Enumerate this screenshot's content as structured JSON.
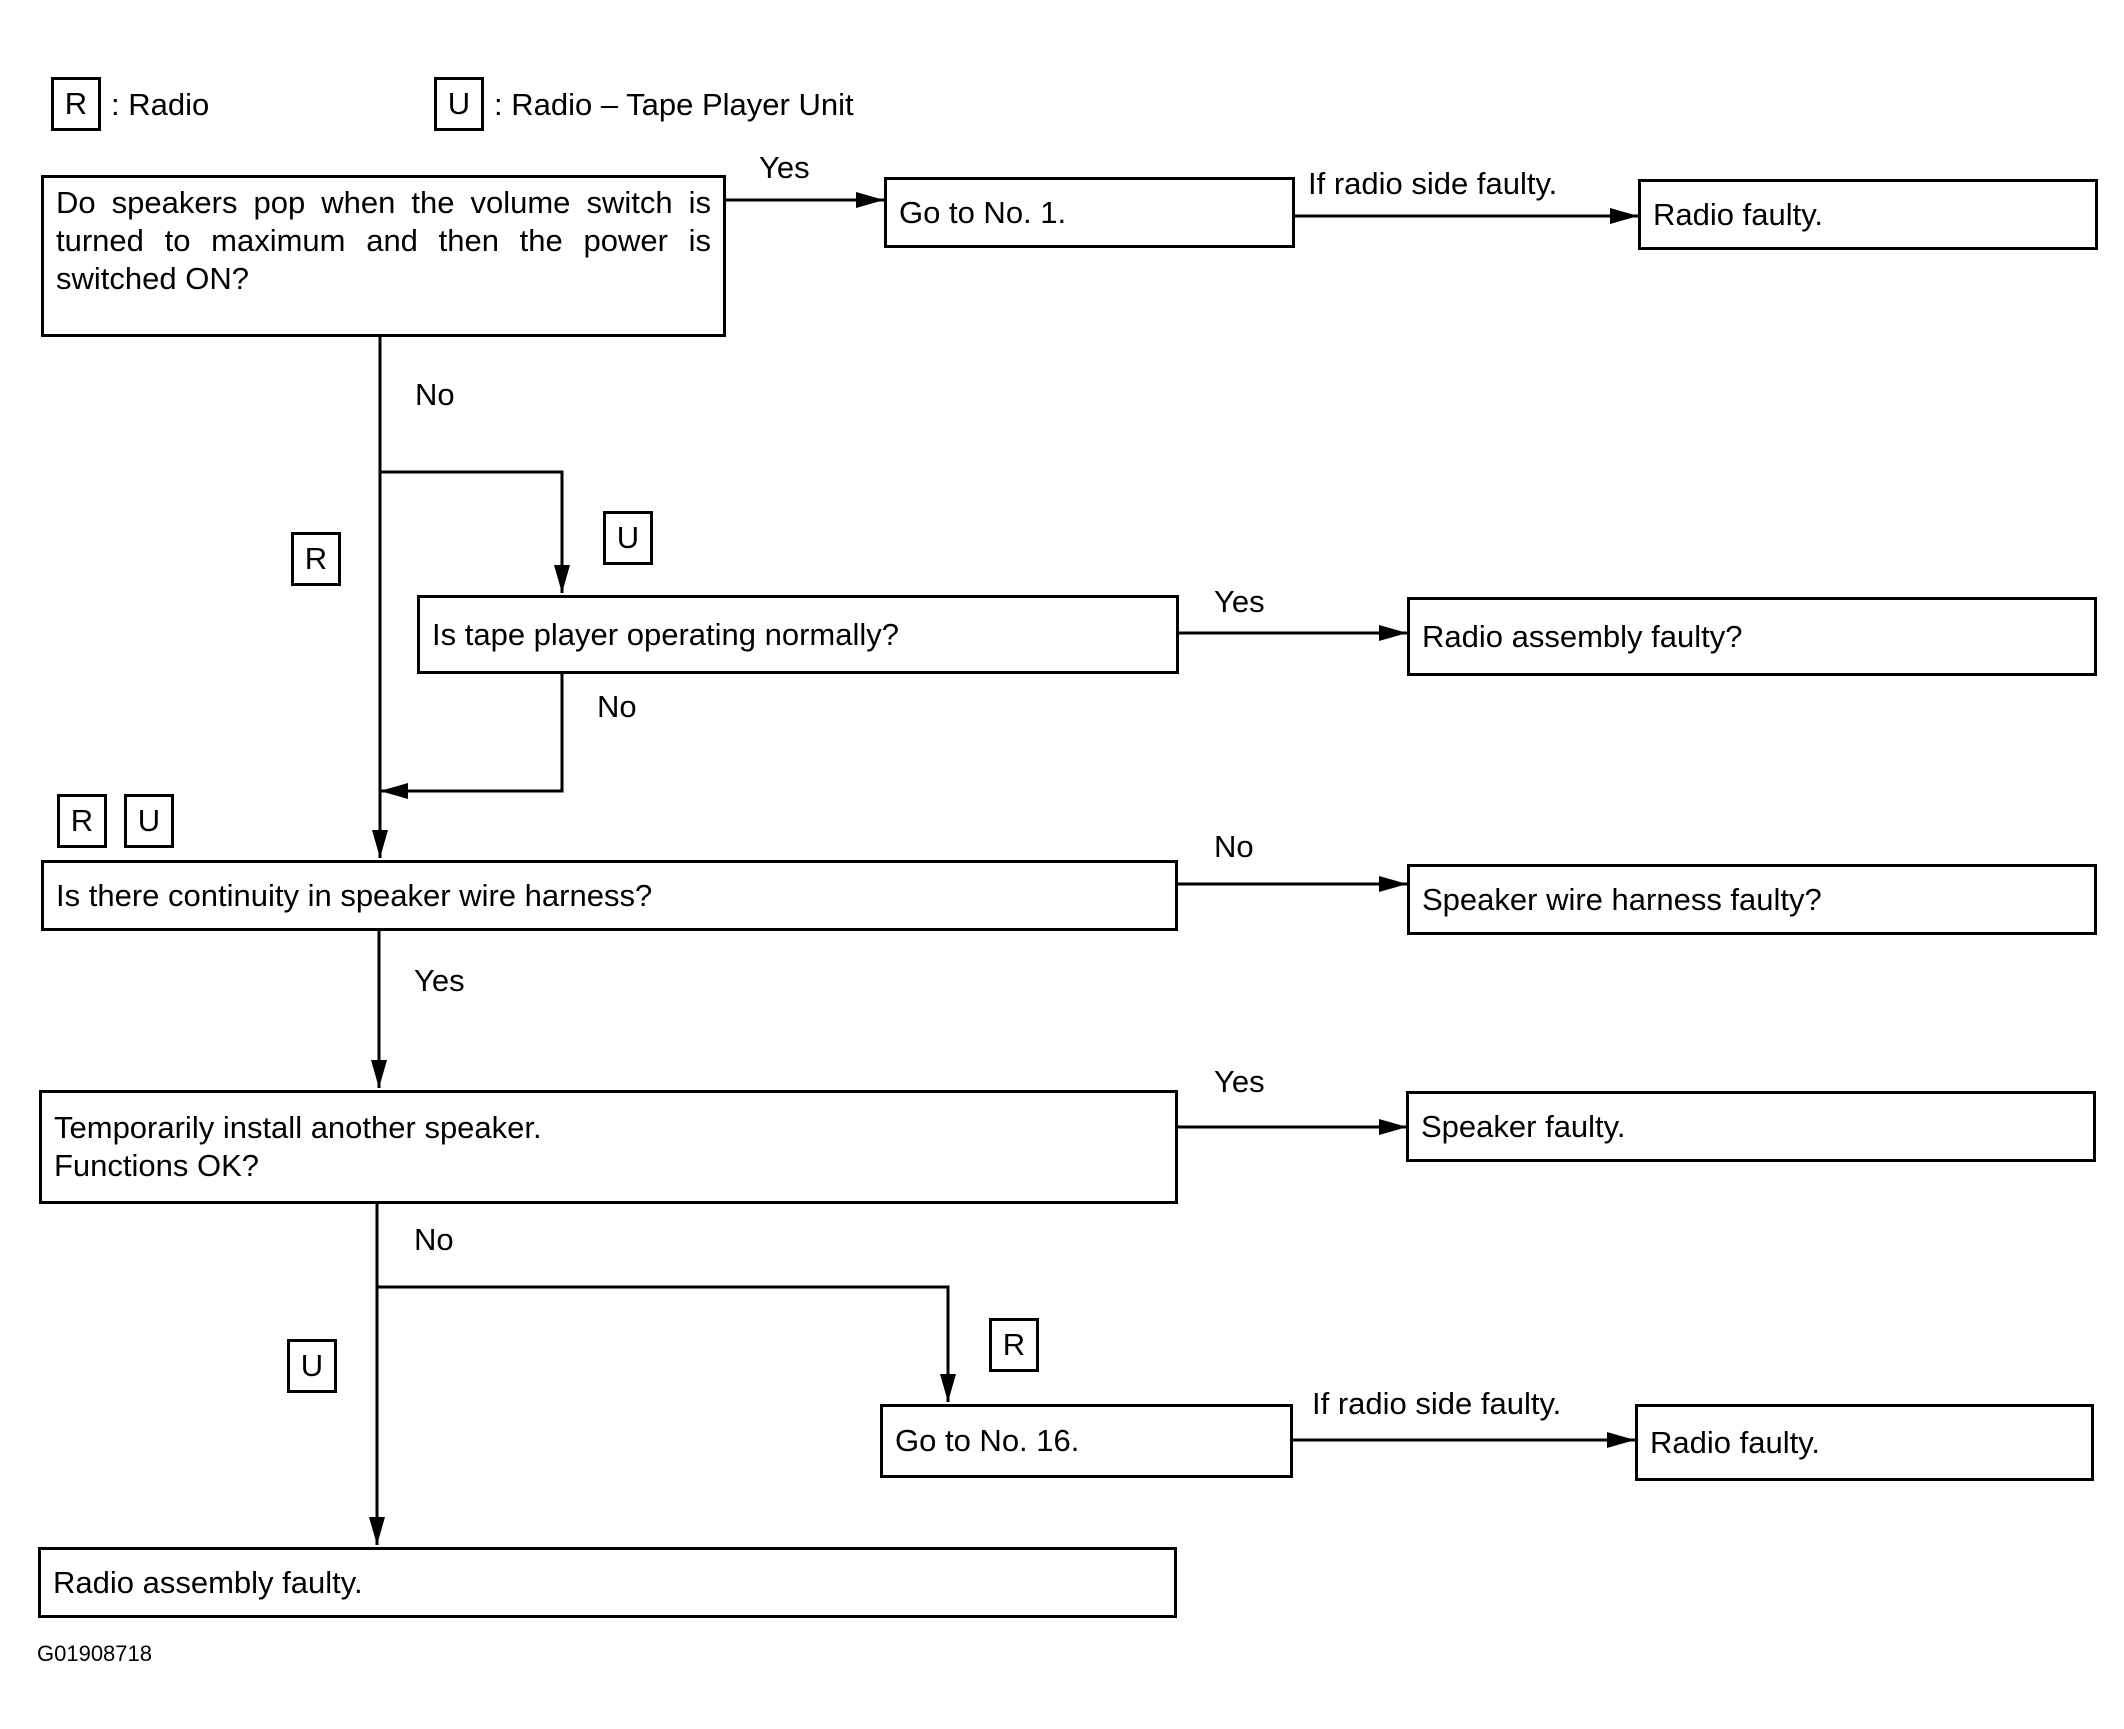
{
  "legend": {
    "r_tag": "R",
    "r_text": ": Radio",
    "u_tag": "U",
    "u_text": ": Radio – Tape Player Unit"
  },
  "boxes": {
    "q_speakers_pop": "Do speakers pop when the volume switch is turned to maximum and then the power is switched ON?",
    "go_no1": "Go to No. 1.",
    "radio_faulty_1": "Radio faulty.",
    "q_tape_player": "Is tape player operating normally?",
    "radio_assembly_faulty_q": "Radio assembly faulty?",
    "q_continuity": "Is there continuity in speaker wire harness?",
    "harness_faulty_q": "Speaker wire harness faulty?",
    "q_another_speaker_line1": "Temporarily install another speaker.",
    "q_another_speaker_line2": "Functions OK?",
    "speaker_faulty": "Speaker faulty.",
    "go_no16": "Go to No. 16.",
    "radio_faulty_2": "Radio faulty.",
    "radio_assembly_faulty": "Radio assembly faulty."
  },
  "labels": {
    "yes_1": "Yes",
    "if_radio_side_1": "If radio side faulty.",
    "no_1": "No",
    "yes_2": "Yes",
    "no_2": "No",
    "no_3": "No",
    "yes_3": "Yes",
    "yes_4": "Yes",
    "no_4": "No",
    "if_radio_side_2": "If radio side faulty."
  },
  "tags": {
    "t1": "R",
    "t2": "U",
    "t3": "R",
    "t4": "U",
    "t5": "U",
    "t6": "R"
  },
  "figure_code": "G01908718"
}
